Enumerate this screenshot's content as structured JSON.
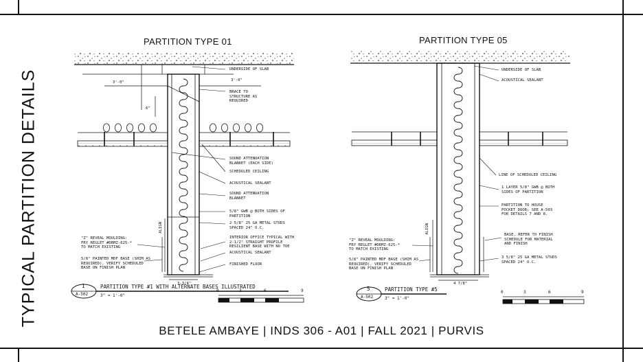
{
  "sheet_title": "TYPICAL PARTITION DETAILS",
  "footer": "BETELE AMBAYE | INDS 306 - A01 | FALL 2021 | PURVIS",
  "left_detail": {
    "title": "PARTITION TYPE 01",
    "dims": [
      "3'-0\"",
      "3'-0\"",
      "6\"",
      "3-3/4\""
    ],
    "labels": [
      "UNDERSIDE OF SLAB",
      "BRACE TO\nSTRUCTURE AS\nREQUIRED",
      "SOUND ATTENUATION\nBLANKET (EACH SIDE)",
      "SCHEDULED CEILING",
      "ACOUSTICAL SEALANT",
      "SOUND ATTENUATION\nBLANKET",
      "5/8\" GWB @ BOTH SIDES OF\nPARTITION",
      "2 5/8\" 25 GA METAL STUDS\nSPACED 24\" O.C.",
      "INTERIOR OFFICE TYPICAL WITH\n2-1/2\" STRAIGHT PROFILE\nRESILIENT BASE WITH NO TOE",
      "ACOUSTICAL SEALANT",
      "FINISHED FLOOR",
      "\"Z\" REVEAL MOULDING:\nFRY REGLET #DRMZ-625-*\nTO MATCH EXISTING",
      "5/8\" PAINTED MDF BASE (SHIM AS\nREQUIRED), VERIFY SCHEDULED\nBASE ON FINISH PLAN"
    ],
    "align": "ALIGN",
    "caption_num": "1",
    "caption_sheet": "A-502",
    "caption_text": "PARTITION TYPE #1 WITH ALTERNATE BASES ILLUSTRATED",
    "caption_scale": "3\" = 1'-0\"",
    "scale_ticks": [
      "0",
      "3",
      "6",
      "9"
    ]
  },
  "right_detail": {
    "title": "PARTITION TYPE 05",
    "dims": [
      "4 7/8\""
    ],
    "labels": [
      "UNDERSIDE OF SLAB",
      "ACOUSTICAL SEALANT",
      "LINE OF SCHEDULED CEILING",
      "1 LAYER 5/8\" GWB @ BOTH\nSIDES OF PARTITION",
      "PARTITION TO HOUSE\nPOCKET DOOR; SEE A-503\nFOR DETAILS 7 AND 8.",
      "BASE, REFER TO FINISH\nSCHEDULE FOR MATERIAL\nAND FINISH",
      "3 5/8\" 25 GA METAL STUDS\nSPACED 24\" O.C.",
      "\"Z\" REVEAL MOULDING:\nFRY REGLET #DRMZ-625-*\nTO MATCH EXISTING",
      "5/8\" PAINTED MDF BASE (SHIM AS\nREQUIRED), VERIFY SCHEDULED\nBASE ON FINISH PLAN"
    ],
    "align": "ALIGN",
    "caption_num": "5",
    "caption_sheet": "A-502",
    "caption_text": "PARTITION TYPE #5",
    "caption_scale": "3\" = 1'-0\"",
    "scale_ticks": [
      "0",
      "3",
      "6",
      "9"
    ]
  },
  "colors": {
    "ink": "#111111",
    "paper": "#ffffff"
  }
}
